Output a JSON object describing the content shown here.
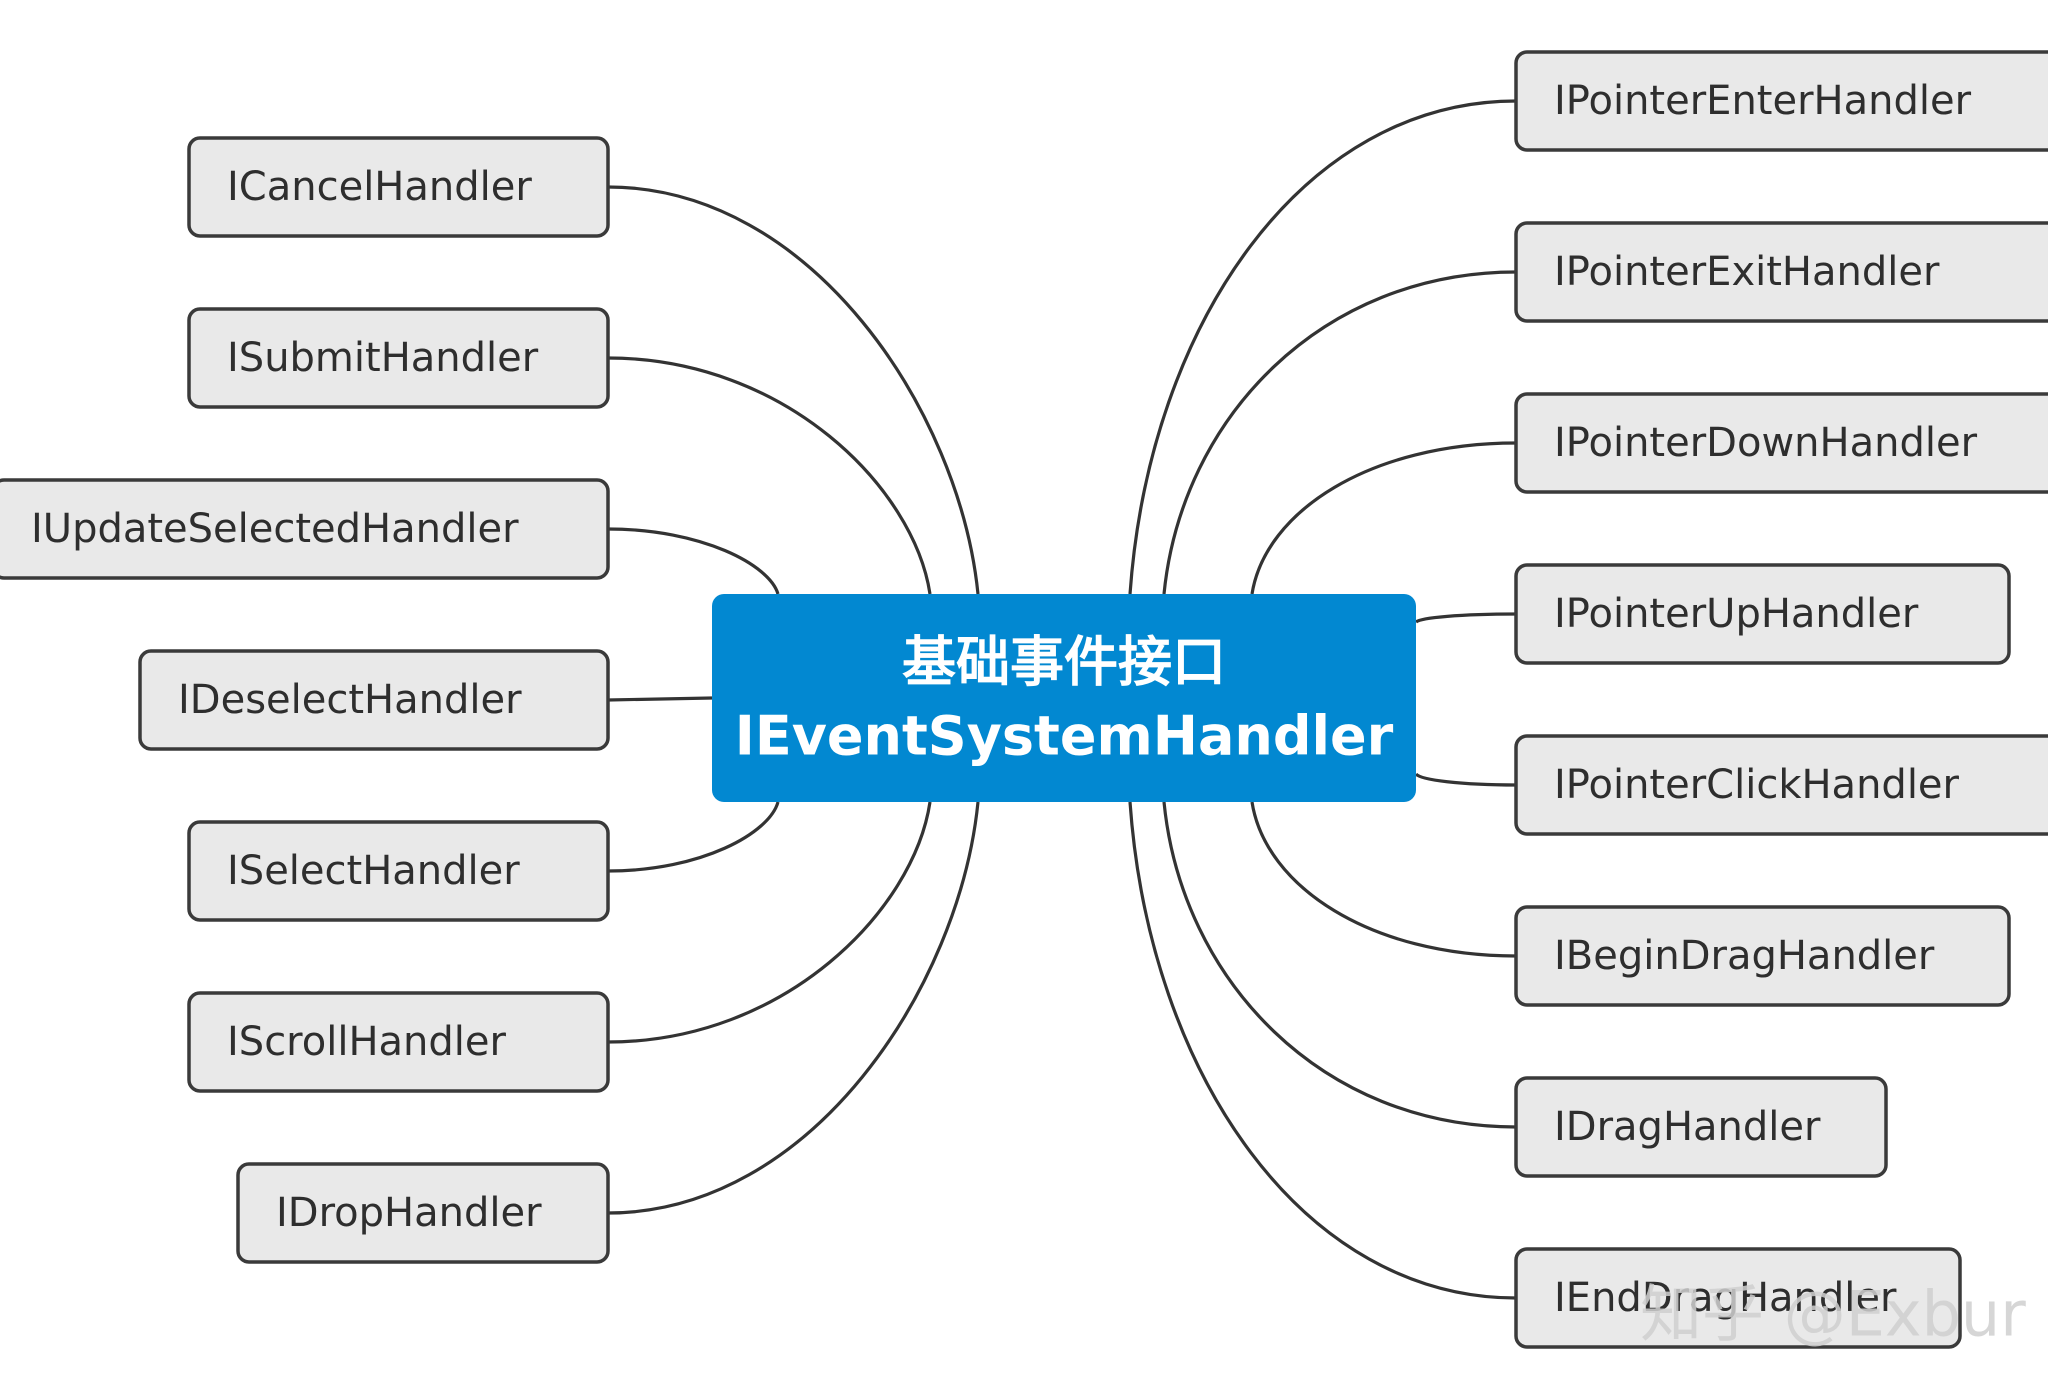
{
  "diagram": {
    "center": {
      "line1": "基础事件接口",
      "line2": "IEventSystemHandler"
    },
    "left_nodes": [
      "ICancelHandler",
      "ISubmitHandler",
      "IUpdateSelectedHandler",
      "IDeselectHandler",
      "ISelectHandler",
      "IScrollHandler",
      "IDropHandler"
    ],
    "right_nodes": [
      "IPointerEnterHandler",
      "IPointerExitHandler",
      "IPointerDownHandler",
      "IPointerUpHandler",
      "IPointerClickHandler",
      "IBeginDragHandler",
      "IDragHandler",
      "IEndDragHandler"
    ],
    "colors": {
      "center_fill": "#0288d1",
      "node_fill": "#e9e9e9",
      "node_border": "#3a3a3a"
    }
  },
  "watermark": "知乎 @Exbur"
}
